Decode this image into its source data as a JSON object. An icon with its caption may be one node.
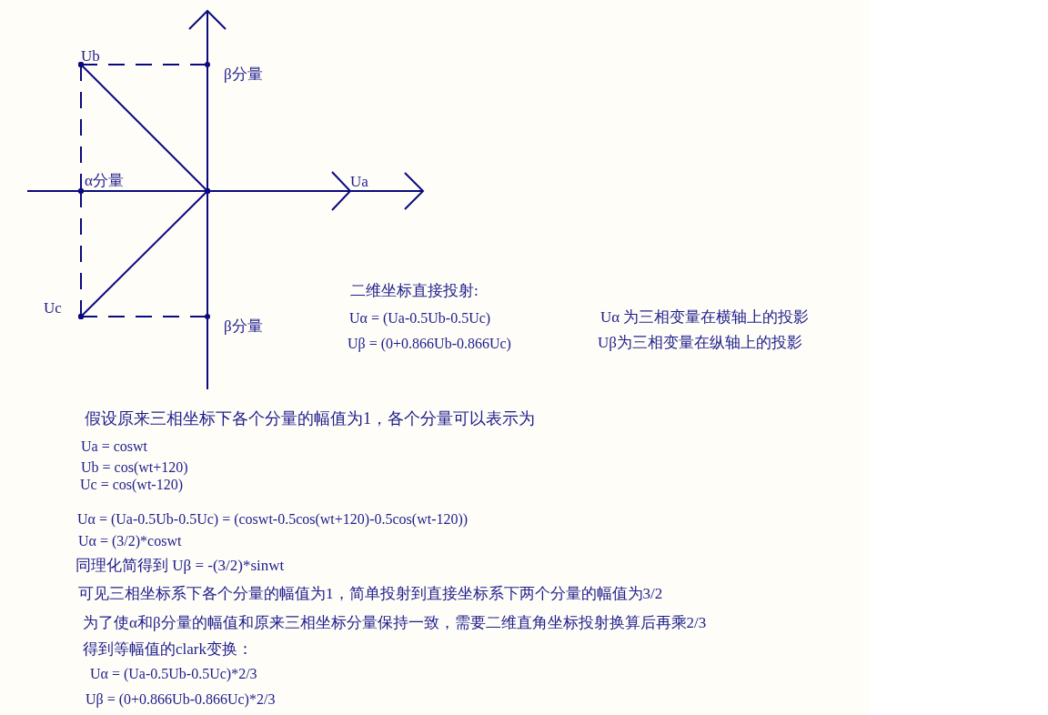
{
  "diagram": {
    "nodes": [
      {
        "text": [
          "Ub"
        ]
      },
      {
        "text": [
          "β分量"
        ]
      },
      {
        "text": [
          "α分量"
        ]
      },
      {
        "text": [
          "Uc"
        ]
      },
      {
        "text": [
          "β分量"
        ]
      },
      {
        "text": [],
        "shape": "dot"
      },
      {
        "text": [
          "Ua"
        ]
      }
    ],
    "edges": [
      {
        "from": 5,
        "to": 0,
        "arrow": "other"
      },
      {
        "from": 5,
        "to": 3,
        "arrow": "other"
      },
      {
        "from": 0,
        "to": 1,
        "arrow": "other",
        "style": "dashed"
      },
      {
        "from": 0,
        "to": 2,
        "arrow": "other",
        "style": "dashed"
      },
      {
        "from": 2,
        "to": 3,
        "arrow": "other",
        "style": "dashed"
      },
      {
        "from": 3,
        "to": 4,
        "arrow": "other",
        "style": "dashed"
      },
      {
        "from": 5,
        "to": 6,
        "arrow": "to"
      }
    ],
    "labels": [
      "二维坐标直接投射:",
      "Uα = (Ua-0.5Ub-0.5Uc)",
      "Uα 为三相变量在横轴上的投影",
      "Uβ = (0+0.866Ub-0.866Uc)",
      "Uβ为三相变量在纵轴上的投影",
      "假设原来三相坐标下各个分量的幅值为1，各个分量可以表示为",
      "Ua = coswt",
      "Ub = cos(wt+120)",
      "Uc = cos(wt-120)",
      "Uα = (Ua-0.5Ub-0.5Uc) = (coswt-0.5cos(wt+120)-0.5cos(wt-120))",
      "Uα = (3/2)*coswt",
      "同理化简得到 Uβ = -(3/2)*sinwt",
      "可见三相坐标系下各个分量的幅值为1，简单投射到直接坐标系下两个分量的幅值为3/2",
      "为了使α和β分量的幅值和原来三相坐标分量保持一致，需要二维直角坐标投射换算后再乘2/3",
      "得到等幅值的clark变换：",
      "Uα = (Ua-0.5Ub-0.5Uc)*2/3",
      "Uβ = (0+0.866Ub-0.866Uc)*2/3"
    ]
  }
}
